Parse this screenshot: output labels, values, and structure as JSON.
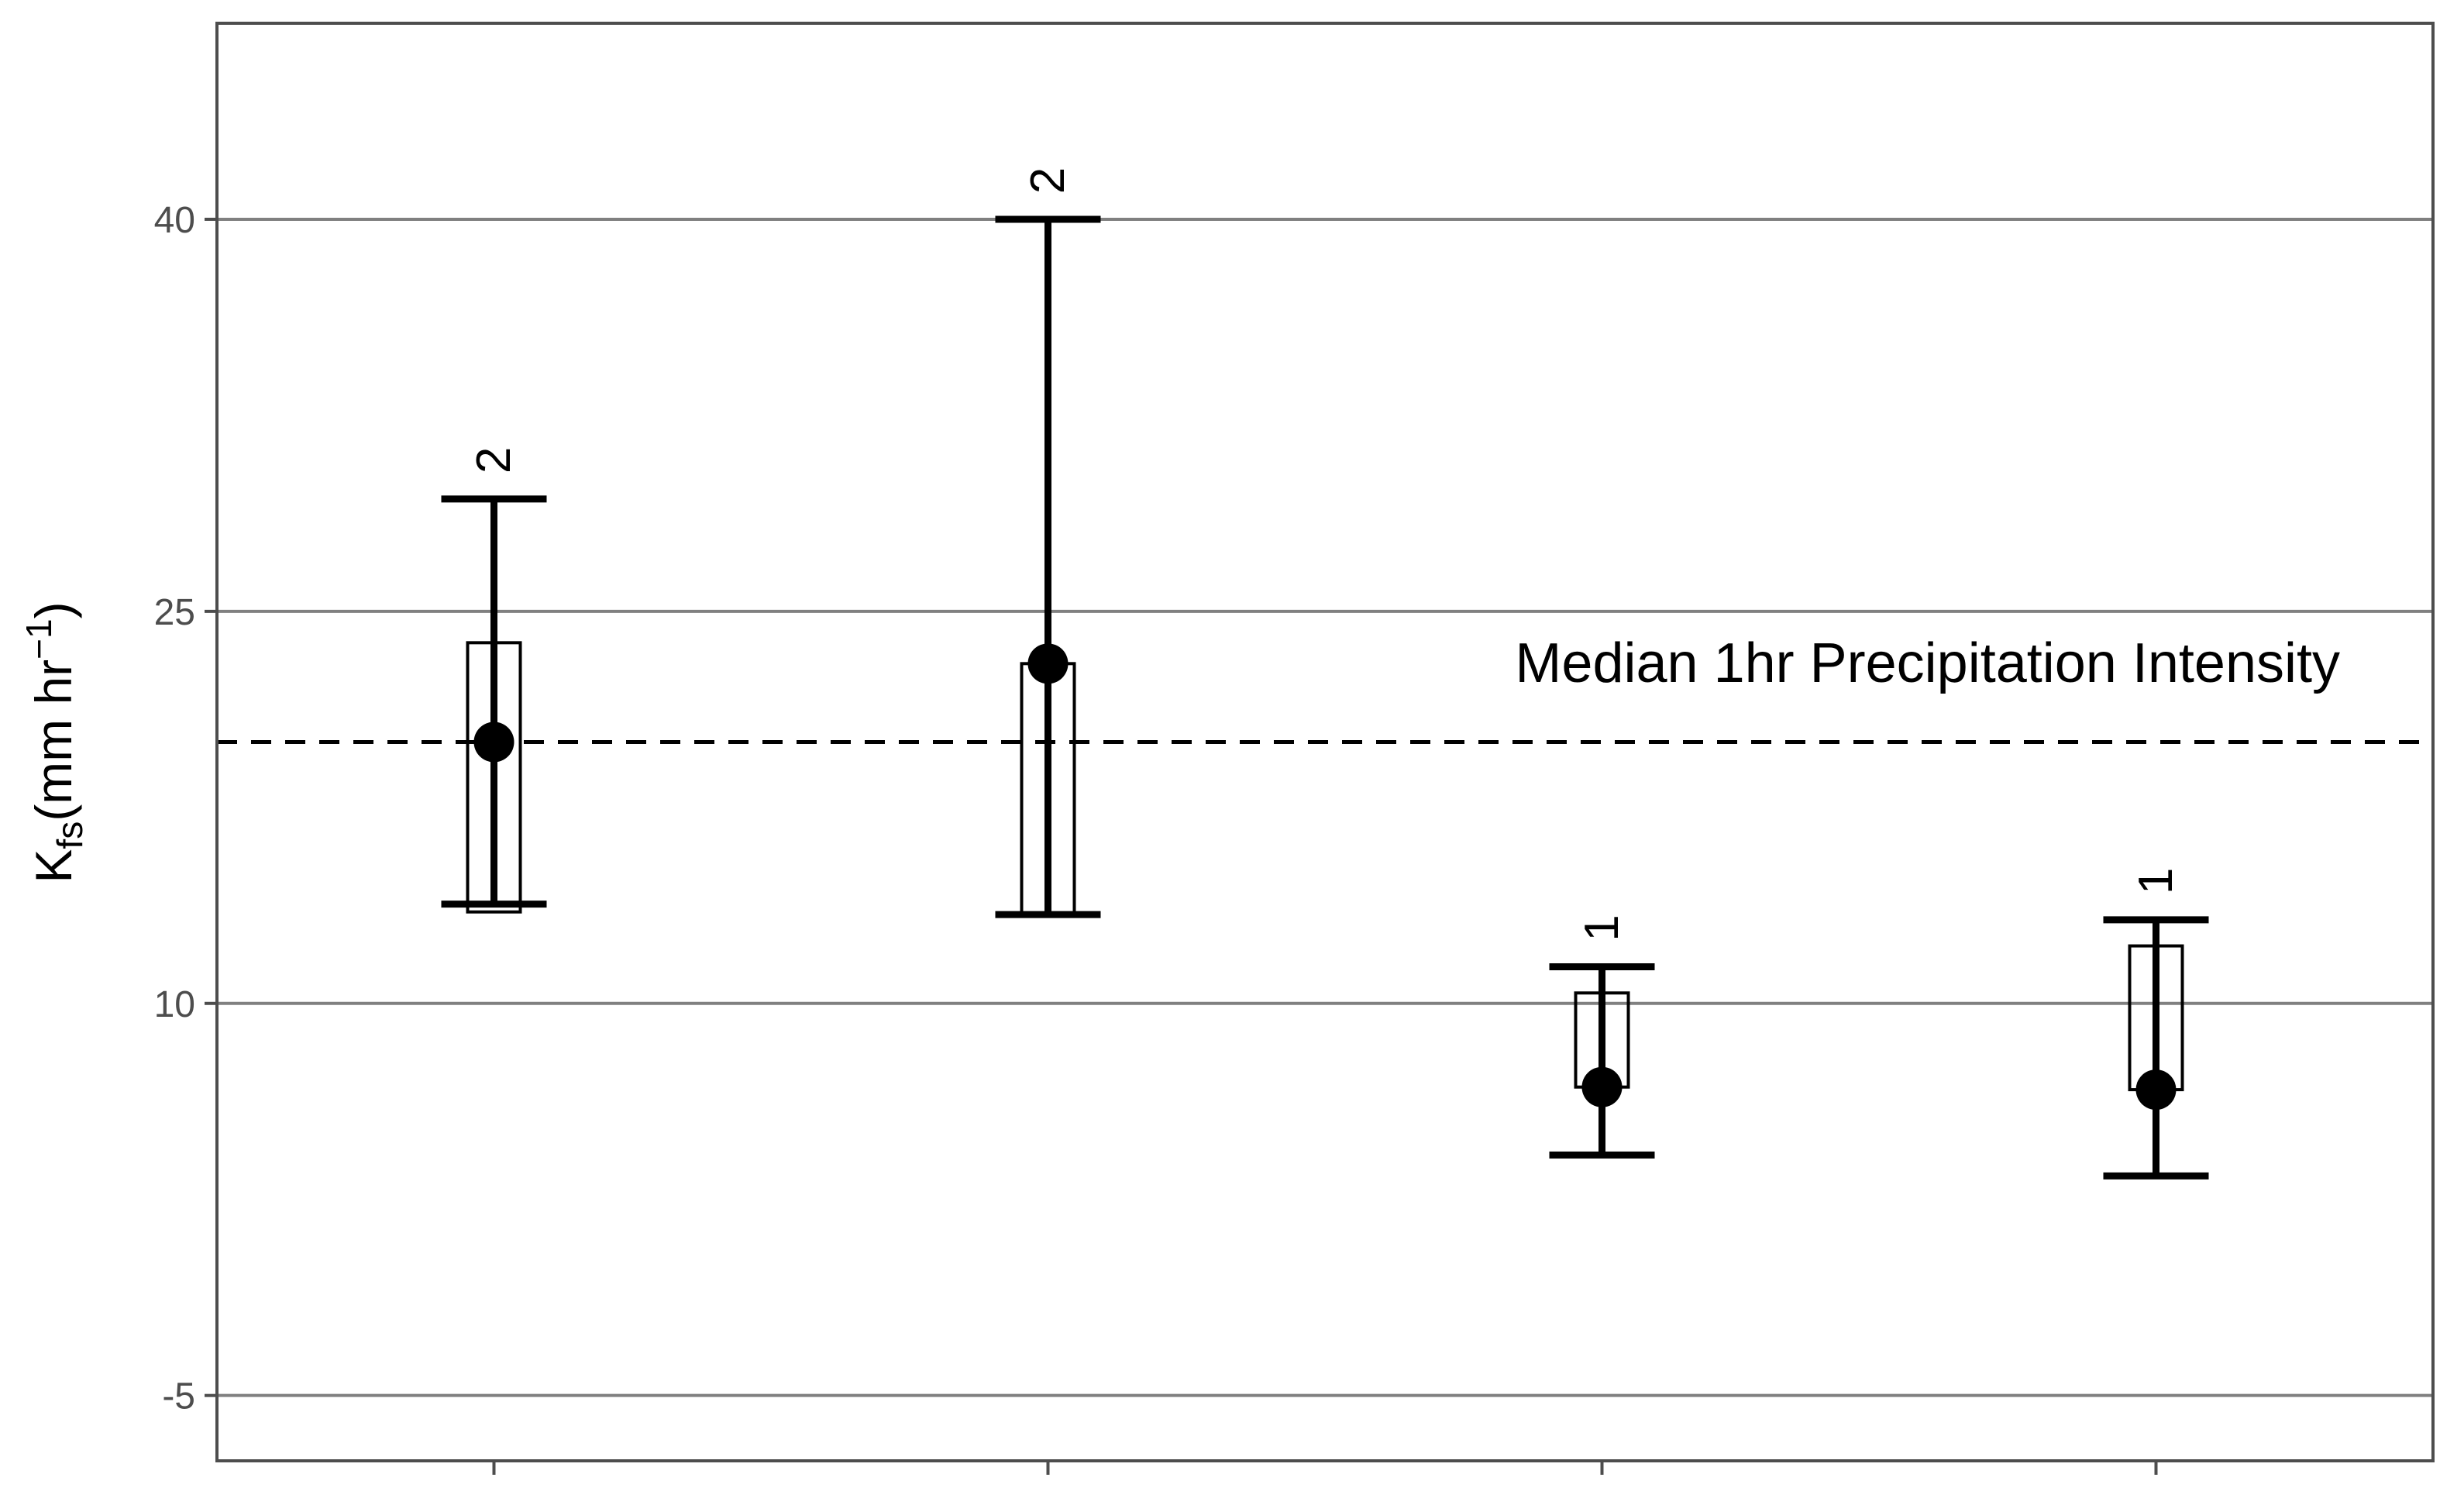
{
  "chart_data": {
    "type": "errorbar",
    "ylabel": {
      "base": "K",
      "subscript": "fs",
      "paren_text": "(mm hr",
      "superscript": "−1",
      "close": ")"
    },
    "ylim": [
      -7.5,
      47.5
    ],
    "yticks": [
      -5,
      10,
      25,
      40
    ],
    "ytick_labels": [
      "-5",
      "10",
      "25",
      "40"
    ],
    "grid": "horizontal",
    "groups": [
      {
        "category": "",
        "median": 20,
        "bar_low": 13.5,
        "bar_high": 23.8,
        "whisker_low": 13.8,
        "whisker_high": 29.3,
        "label": "2"
      },
      {
        "category": "",
        "median": 23,
        "bar_low": 13.4,
        "bar_high": 23,
        "whisker_low": 13.4,
        "whisker_high": 40,
        "label": "2"
      },
      {
        "category": "",
        "median": 6.8,
        "bar_low": 6.8,
        "bar_high": 10.4,
        "whisker_low": 4.2,
        "whisker_high": 11.4,
        "label": "1"
      },
      {
        "category": "",
        "median": 6.7,
        "bar_low": 6.7,
        "bar_high": 12.2,
        "whisker_low": 3.4,
        "whisker_high": 13.2,
        "label": "1"
      }
    ],
    "reference_line": {
      "y": 20,
      "style": "dashed",
      "label": "Median 1hr Precipitation Intensity"
    },
    "colors": {
      "ink": "#000000",
      "grid": "#808080",
      "frame": "#4d4d4d",
      "tick_text": "#4d4d4d"
    }
  }
}
